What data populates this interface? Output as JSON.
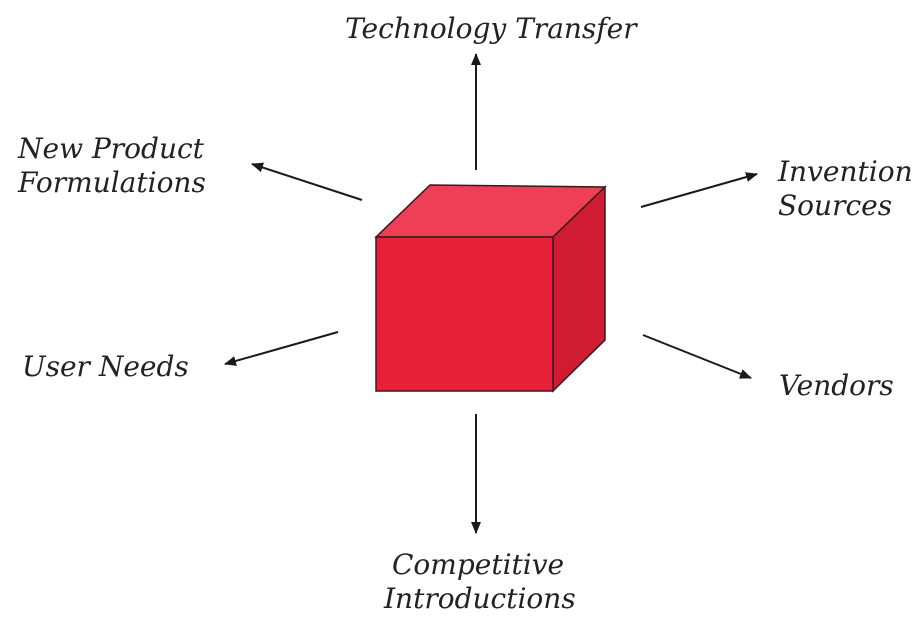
{
  "colors": {
    "cube_front": "#e8203a",
    "cube_top": "#ee3f57",
    "cube_side": "#cf1c33",
    "cube_edge": "#3a1a1a",
    "arrow": "#1a1a1a",
    "text": "#222222"
  },
  "labels": {
    "technology_transfer": "Technology Transfer",
    "new_product": {
      "line1": "New Product",
      "line2": "Formulations"
    },
    "invention_sources": {
      "line1": "Invention",
      "line2": "Sources"
    },
    "user_needs": "User Needs",
    "vendors": "Vendors",
    "competitive_introductions": {
      "line1": "Competitive",
      "line2": "Introductions"
    }
  }
}
